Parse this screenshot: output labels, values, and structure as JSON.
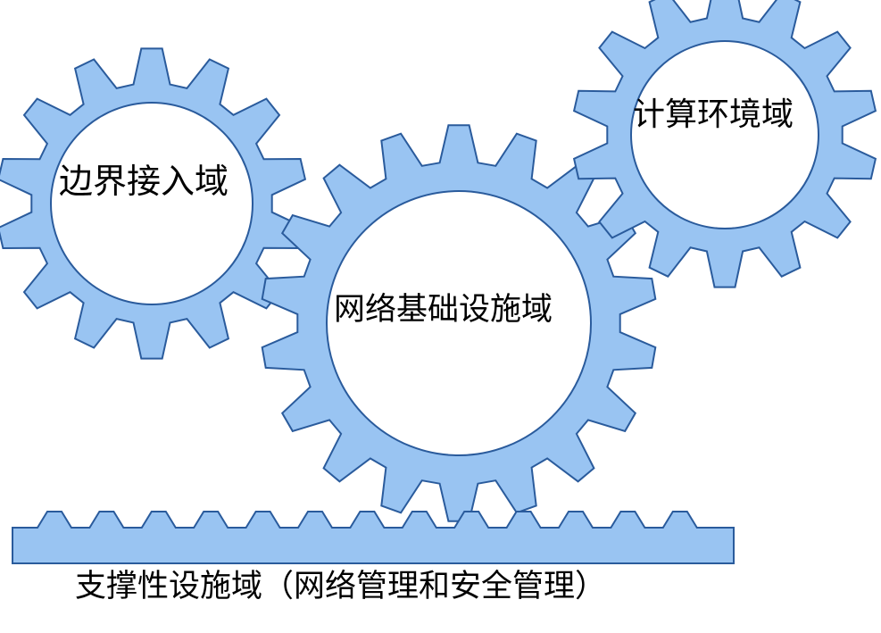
{
  "diagram": {
    "colors": {
      "gear_fill": "#99c4f2",
      "outline": "#2a5b9c",
      "hole_fill": "#ffffff",
      "text": "#000000"
    },
    "gears": [
      {
        "id": "edge",
        "label": "边界接入域",
        "teeth": 14
      },
      {
        "id": "network",
        "label": "网络基础设施域",
        "teeth": 18
      },
      {
        "id": "compute",
        "label": "计算环境域",
        "teeth": 14
      }
    ],
    "rack": {
      "label": "支撑性设施域（网络管理和安全管理）",
      "teeth": 13
    }
  }
}
